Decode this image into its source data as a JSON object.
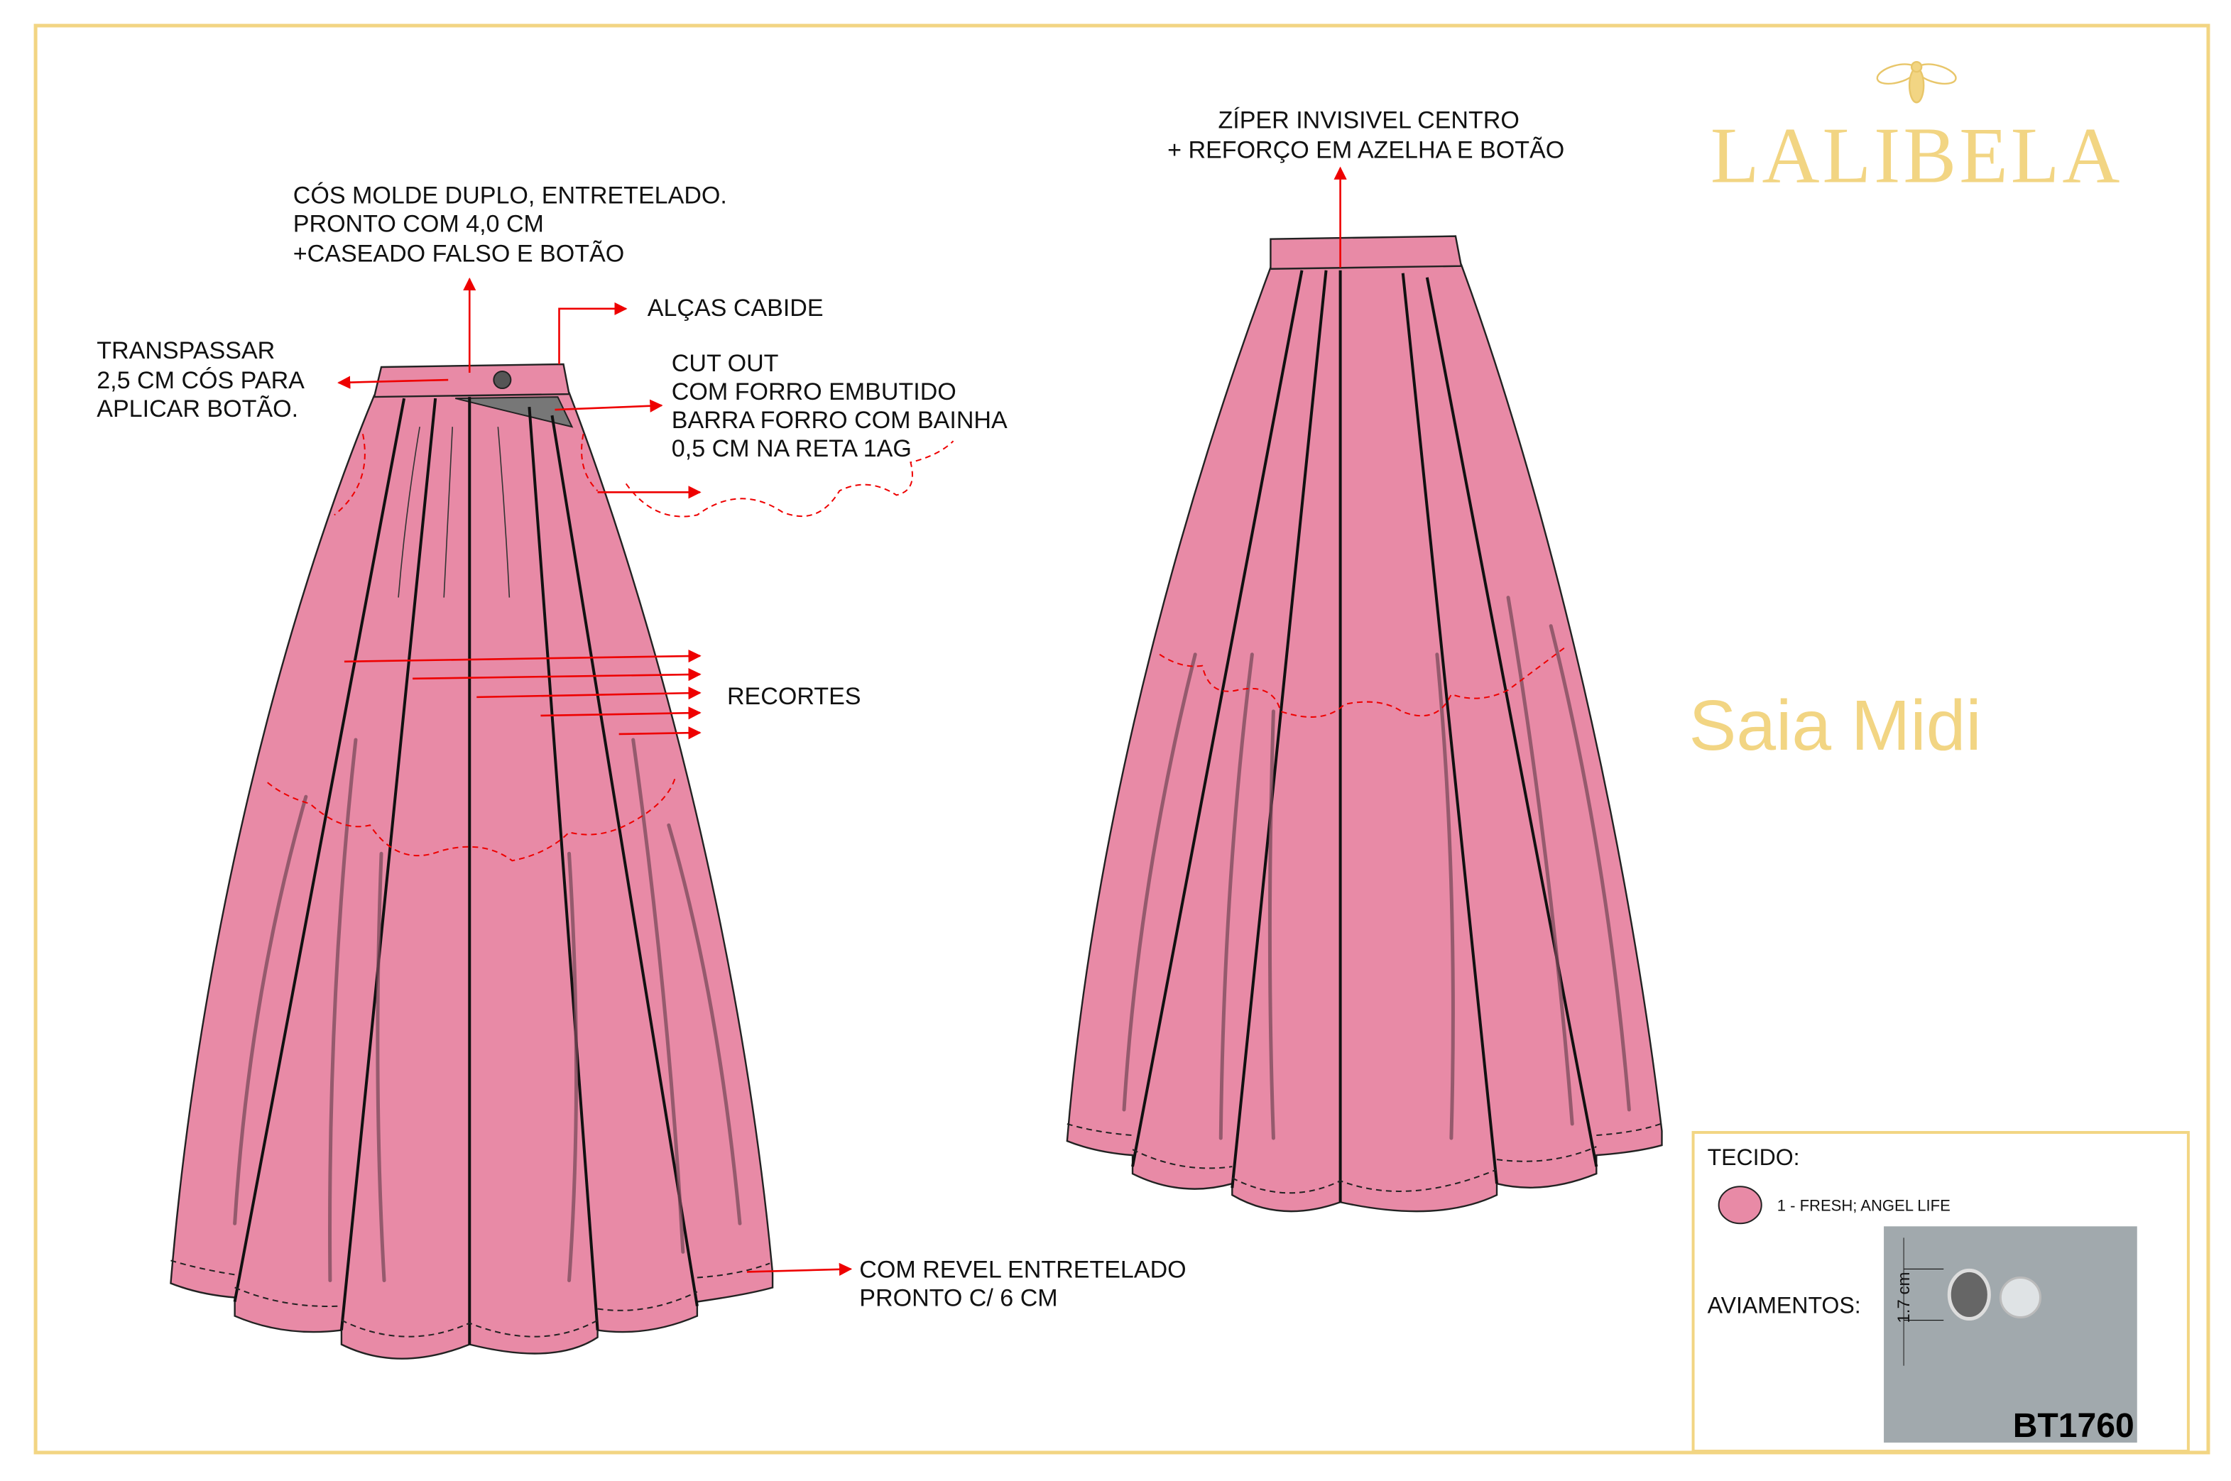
{
  "brand": {
    "logo_text": "LALIBELA",
    "title": "Saia Midi"
  },
  "colors": {
    "gold": "#f2d583",
    "fabric_pink": "#e88aa6",
    "annotation_red": "#e00000"
  },
  "annotations": {
    "waistband": [
      "CÓS MOLDE DUPLO, ENTRETELADO.",
      "PRONTO COM 4,0 CM",
      "+CASEADO FALSO E BOTÃO"
    ],
    "belt_loops": "ALÇAS CABIDE",
    "overlap": [
      "TRANSPASSAR",
      "2,5 CM CÓS PARA",
      "APLICAR BOTÃO."
    ],
    "cut_out": [
      "CUT OUT",
      "COM FORRO EMBUTIDO",
      "BARRA FORRO COM BAINHA",
      "0,5 CM NA RETA 1AG"
    ],
    "panels": "RECORTES",
    "hem": [
      "COM REVEL ENTRETELADO",
      "PRONTO C/ 6 CM"
    ],
    "zipper": [
      "ZÍPER INVISIVEL CENTRO",
      "+ REFORÇO EM AZELHA E BOTÃO"
    ]
  },
  "spec_box": {
    "fabric_label": "TECIDO:",
    "fabric_item": "1 - FRESH; ANGEL LIFE",
    "trims_label": "AVIAMENTOS:",
    "button_size": "1.7 cm",
    "button_code": "BT1760"
  }
}
